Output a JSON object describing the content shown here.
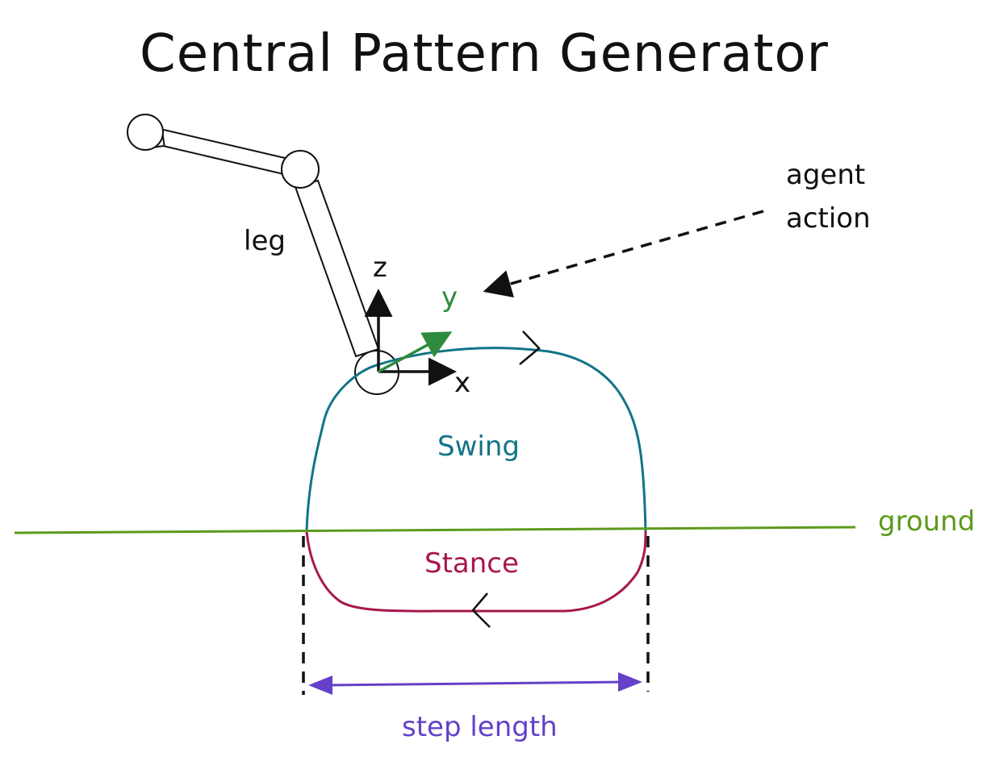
{
  "title": "Central Pattern Generator",
  "labels": {
    "leg": "leg",
    "z_axis": "z",
    "x_axis": "x",
    "y_axis": "y",
    "agent_action_line1": "agent",
    "agent_action_line2": "action",
    "swing": "Swing",
    "stance": "Stance",
    "ground": "ground",
    "step_length": "step length"
  },
  "colors": {
    "ink": "#111111",
    "y_axis": "#2e8b3e",
    "swing": "#127488",
    "stance": "#a8174f",
    "ground": "#5c9a1c",
    "step_length": "#6441c8"
  }
}
